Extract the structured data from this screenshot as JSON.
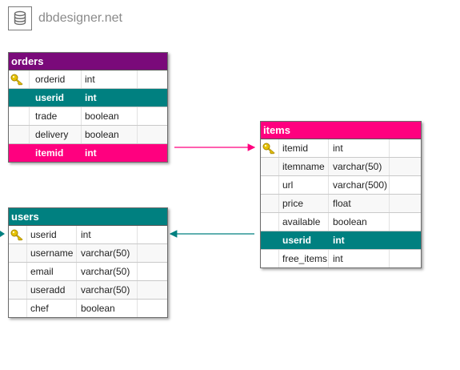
{
  "logo": {
    "text": "dbdesigner.net",
    "icon": "database-icon"
  },
  "colors": {
    "orders": "#7a0a7a",
    "users": "#008080",
    "items": "#ff007f",
    "teal_fk": "#008080",
    "pink_fk": "#ff007f",
    "key": "#e6c200"
  },
  "tables": {
    "orders": {
      "title": "orders",
      "rows": [
        {
          "name": "orderid",
          "type": "int",
          "pk": true
        },
        {
          "name": "userid",
          "type": "int",
          "fk": "teal"
        },
        {
          "name": "trade",
          "type": "boolean"
        },
        {
          "name": "delivery",
          "type": "boolean"
        },
        {
          "name": "itemid",
          "type": "int",
          "fk": "pink"
        }
      ]
    },
    "items": {
      "title": "items",
      "rows": [
        {
          "name": "itemid",
          "type": "int",
          "pk": true
        },
        {
          "name": "itemname",
          "type": "varchar(50)"
        },
        {
          "name": "url",
          "type": "varchar(500)"
        },
        {
          "name": "price",
          "type": "float"
        },
        {
          "name": "available",
          "type": "boolean"
        },
        {
          "name": "userid",
          "type": "int",
          "fk": "teal"
        },
        {
          "name": "free_items",
          "type": "int"
        }
      ]
    },
    "users": {
      "title": "users",
      "rows": [
        {
          "name": "userid",
          "type": "int",
          "pk": true
        },
        {
          "name": "username",
          "type": "varchar(50)"
        },
        {
          "name": "email",
          "type": "varchar(50)"
        },
        {
          "name": "useradd",
          "type": "varchar(50)"
        },
        {
          "name": "chef",
          "type": "boolean"
        }
      ]
    }
  }
}
